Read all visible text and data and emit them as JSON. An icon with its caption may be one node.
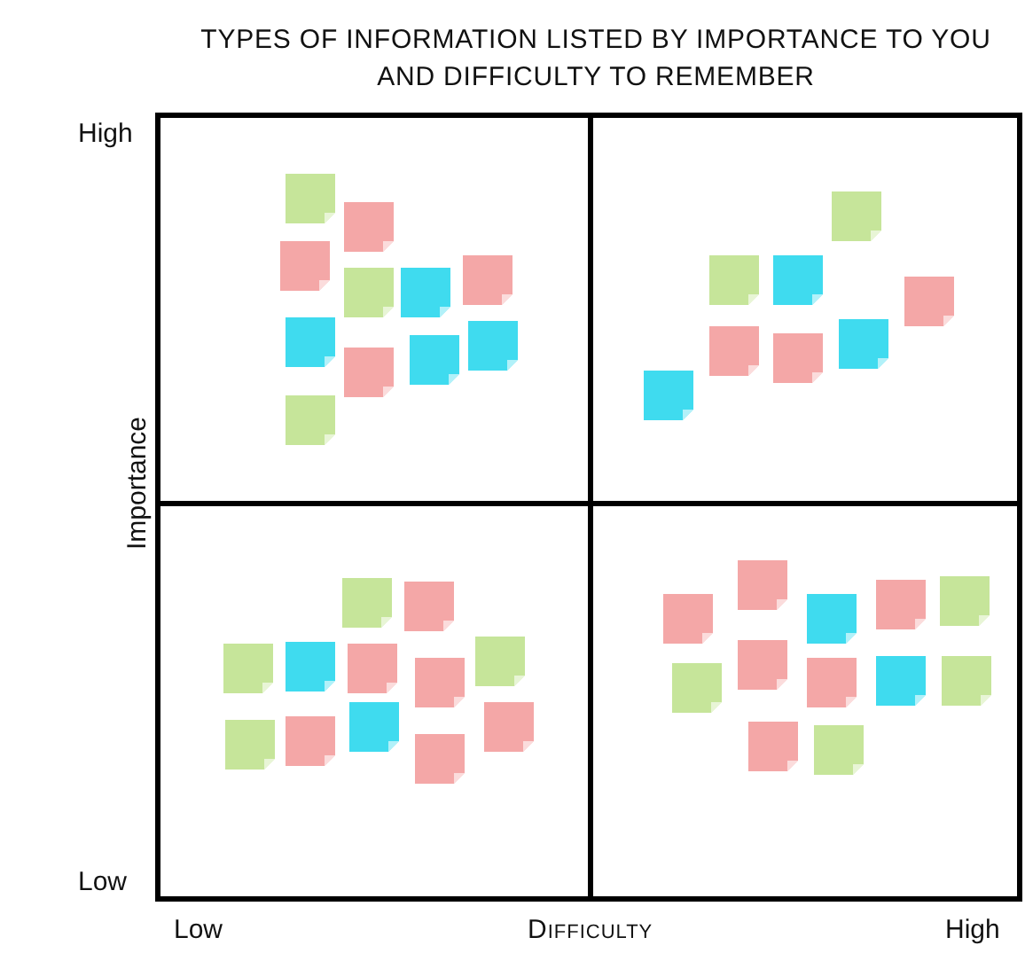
{
  "diagram": {
    "title": "TYPES OF INFORMATION LISTED BY IMPORTANCE TO YOU AND DIFFICULTY TO REMEMBER",
    "labels": [
      "High",
      "Importance",
      "Low",
      "Low",
      "DIFFICULTY",
      "High"
    ]
  }
}
